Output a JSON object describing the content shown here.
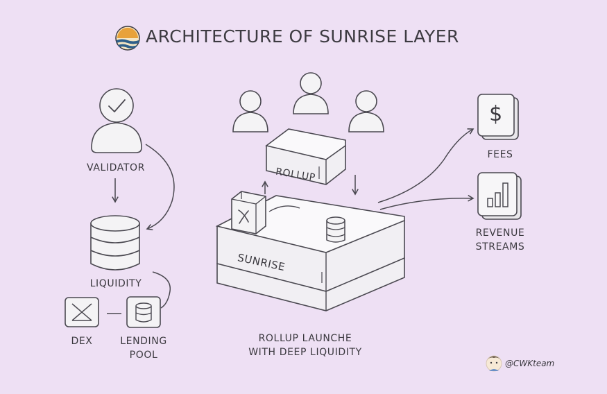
{
  "title": "ARCHITECTURE OF SUNRISE LAYER",
  "left_column": {
    "validator_label": "VALIDATOR",
    "liquidity_label": "LIQUIDITY",
    "dex_label": "DEX",
    "lending_label_line1": "LENDING",
    "lending_label_line2": "POOL"
  },
  "center": {
    "rollup_label": "ROLLUP",
    "sunrise_label": "SUNRISE",
    "caption_line1": "ROLLUP LAUNCHE",
    "caption_line2": "WITH DEEP LIQUIDITY"
  },
  "right_column": {
    "fees_icon_symbol": "$",
    "fees_label": "FEES",
    "revenue_label_line1": "REVENUE",
    "revenue_label_line2": "STREAMS"
  },
  "credit": "@CWKteam",
  "colors": {
    "background": "#eee0f4",
    "stroke": "#4a4850",
    "fill": "#f4f3f5",
    "logo_sun": "#e8a23a",
    "logo_sea": "#2f5f8a"
  },
  "icons": [
    "sunrise-logo-icon",
    "checkmark-icon",
    "person-icon",
    "database-icon",
    "dex-icon",
    "dollar-icon",
    "bar-chart-icon",
    "avatar-icon"
  ]
}
